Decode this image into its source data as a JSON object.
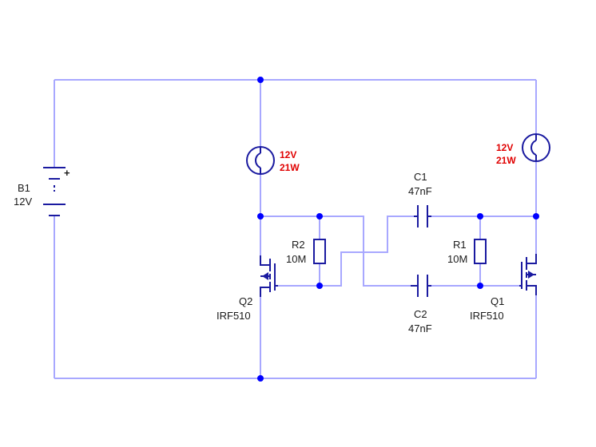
{
  "components": {
    "battery": {
      "ref": "B1",
      "value": "12V",
      "polarity": "+"
    },
    "lamp_left": {
      "voltage": "12V",
      "power": "21W"
    },
    "lamp_right": {
      "voltage": "12V",
      "power": "21W"
    },
    "r2": {
      "ref": "R2",
      "value": "10M"
    },
    "r1": {
      "ref": "R1",
      "value": "10M"
    },
    "c1": {
      "ref": "C1",
      "value": "47nF"
    },
    "c2": {
      "ref": "C2",
      "value": "47nF"
    },
    "q2": {
      "ref": "Q2",
      "part": "IRF510"
    },
    "q1": {
      "ref": "Q1",
      "part": "IRF510"
    }
  },
  "colors": {
    "wire": "#a8a8ff",
    "component": "#1a1aa0",
    "junction": "#0000ff",
    "lamp_label": "#e00000"
  }
}
